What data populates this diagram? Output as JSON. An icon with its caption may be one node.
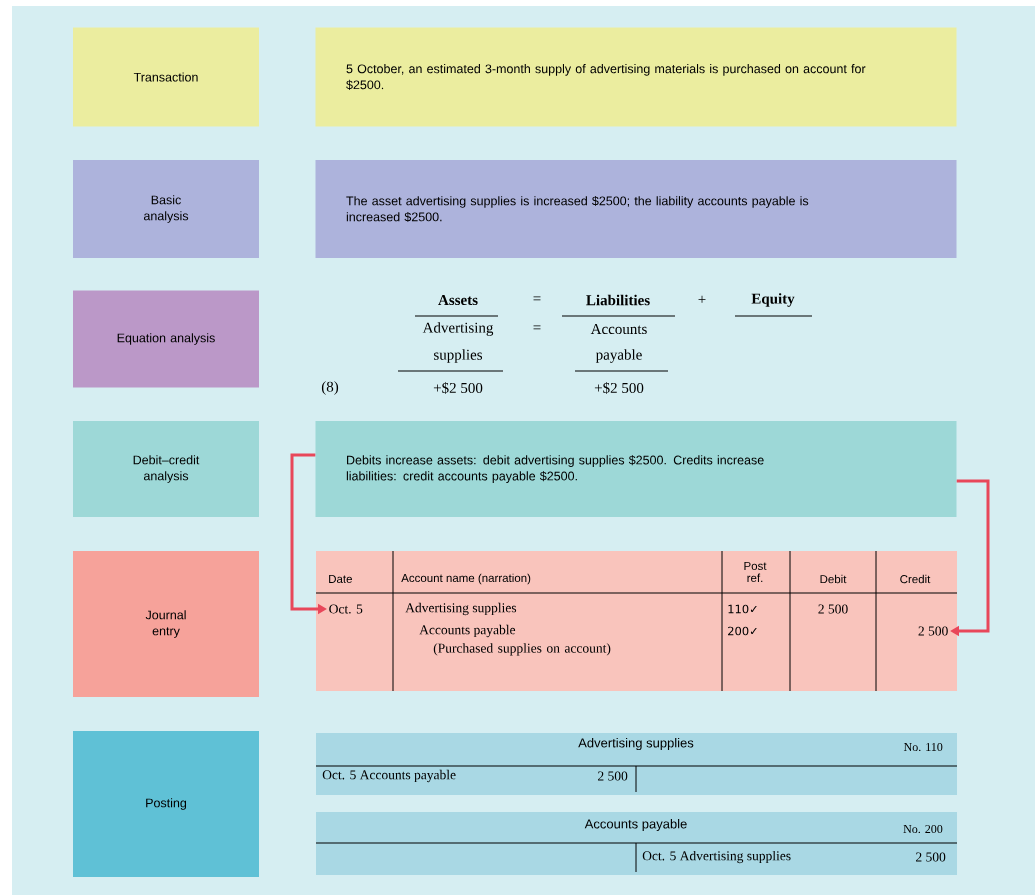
{
  "diagram": {
    "nodes": [
      {
        "text": [
          "Transaction"
        ]
      },
      {
        "text": [
          "5 October, an estimated 3-month supply of advertising materials is purchased on account for $2500."
        ]
      },
      {
        "text": [
          "Basic analysis"
        ]
      },
      {
        "text": [
          "The asset advertising supplies is increased $2500; the liability accounts payable is increased $2500."
        ]
      },
      {
        "text": [
          "Equation analysis"
        ]
      },
      {
        "text": [
          "Debit–credit analysis"
        ]
      },
      {
        "text": [
          "Debits increase assets: debit advertising supplies $2500. Credits increase liabilities: credit accounts payable $2500."
        ]
      },
      {
        "text": [
          "Journal entry"
        ]
      },
      {
        "text": [
          "Oct. 5"
        ]
      },
      {
        "text": [
          "2 500"
        ]
      },
      {
        "text": [
          "Posting"
        ]
      }
    ],
    "edges": [
      {
        "from": 6,
        "to": 8,
        "arrow": "to"
      },
      {
        "from": 6,
        "to": 9,
        "arrow": "to"
      }
    ],
    "labels": [
      "Assets",
      "=",
      "Liabilities",
      "+",
      "Equity",
      "Advertising",
      "=",
      "Accounts",
      "supplies",
      "payable",
      "(8)",
      "+$2 500",
      "+$2 500",
      "Date",
      "Account name (narration)",
      "Post ref.",
      "Debit",
      "Credit",
      "Advertising supplies",
      "110✓",
      "2 500",
      "Accounts payable",
      "200✓",
      "(Purchased supplies on account)",
      "Advertising supplies",
      "No. 110",
      "Oct. 5 Accounts payable",
      "2 500",
      "Accounts payable",
      "No. 200",
      "Oct. 5 Advertising supplies",
      "2 500"
    ]
  }
}
